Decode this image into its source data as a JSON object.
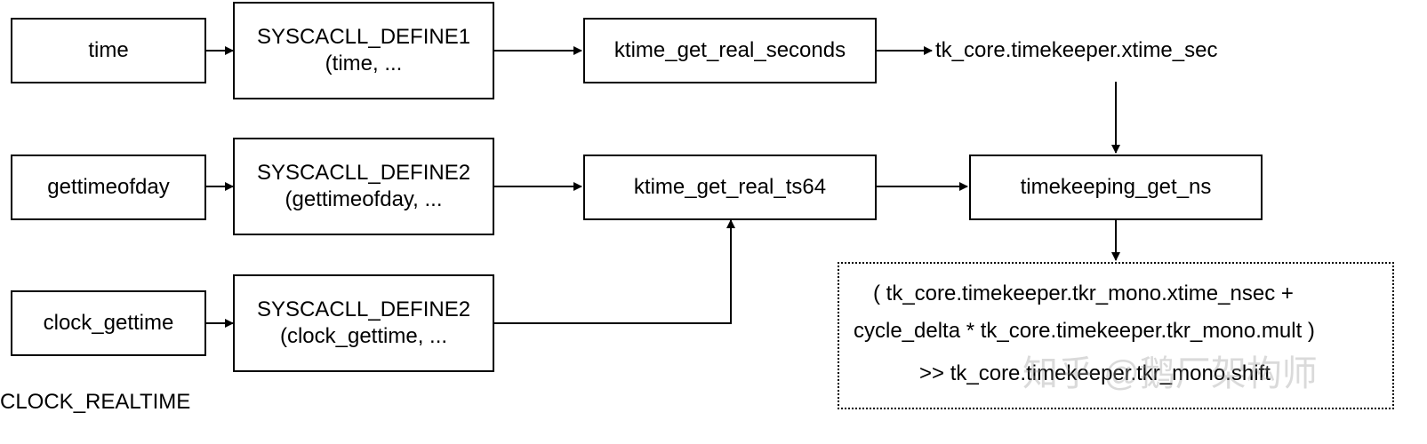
{
  "nodes": {
    "time": "time",
    "gettimeofday": "gettimeofday",
    "clock_gettime": "clock_gettime",
    "clock_realtime": "CLOCK_REALTIME",
    "syscall1": {
      "line1": "SYSCACLL_DEFINE1",
      "line2": "(time, ..."
    },
    "syscall2a": {
      "line1": "SYSCACLL_DEFINE2",
      "line2": "(gettimeofday, ..."
    },
    "syscall2b": {
      "line1": "SYSCACLL_DEFINE2",
      "line2": "(clock_gettime, ..."
    },
    "ktime_get_real_seconds": "ktime_get_real_seconds",
    "ktime_get_real_ts64": "ktime_get_real_ts64",
    "xtime_sec": "tk_core.timekeeper.xtime_sec",
    "timekeeping_get_ns": "timekeeping_get_ns"
  },
  "formula": {
    "line1": "( tk_core.timekeeper.tkr_mono.xtime_nsec +",
    "line2": "cycle_delta * tk_core.timekeeper.tkr_mono.mult )",
    "line3": ">> tk_core.timekeeper.tkr_mono.shift"
  },
  "watermark": "知乎 @鹅厂架构师"
}
